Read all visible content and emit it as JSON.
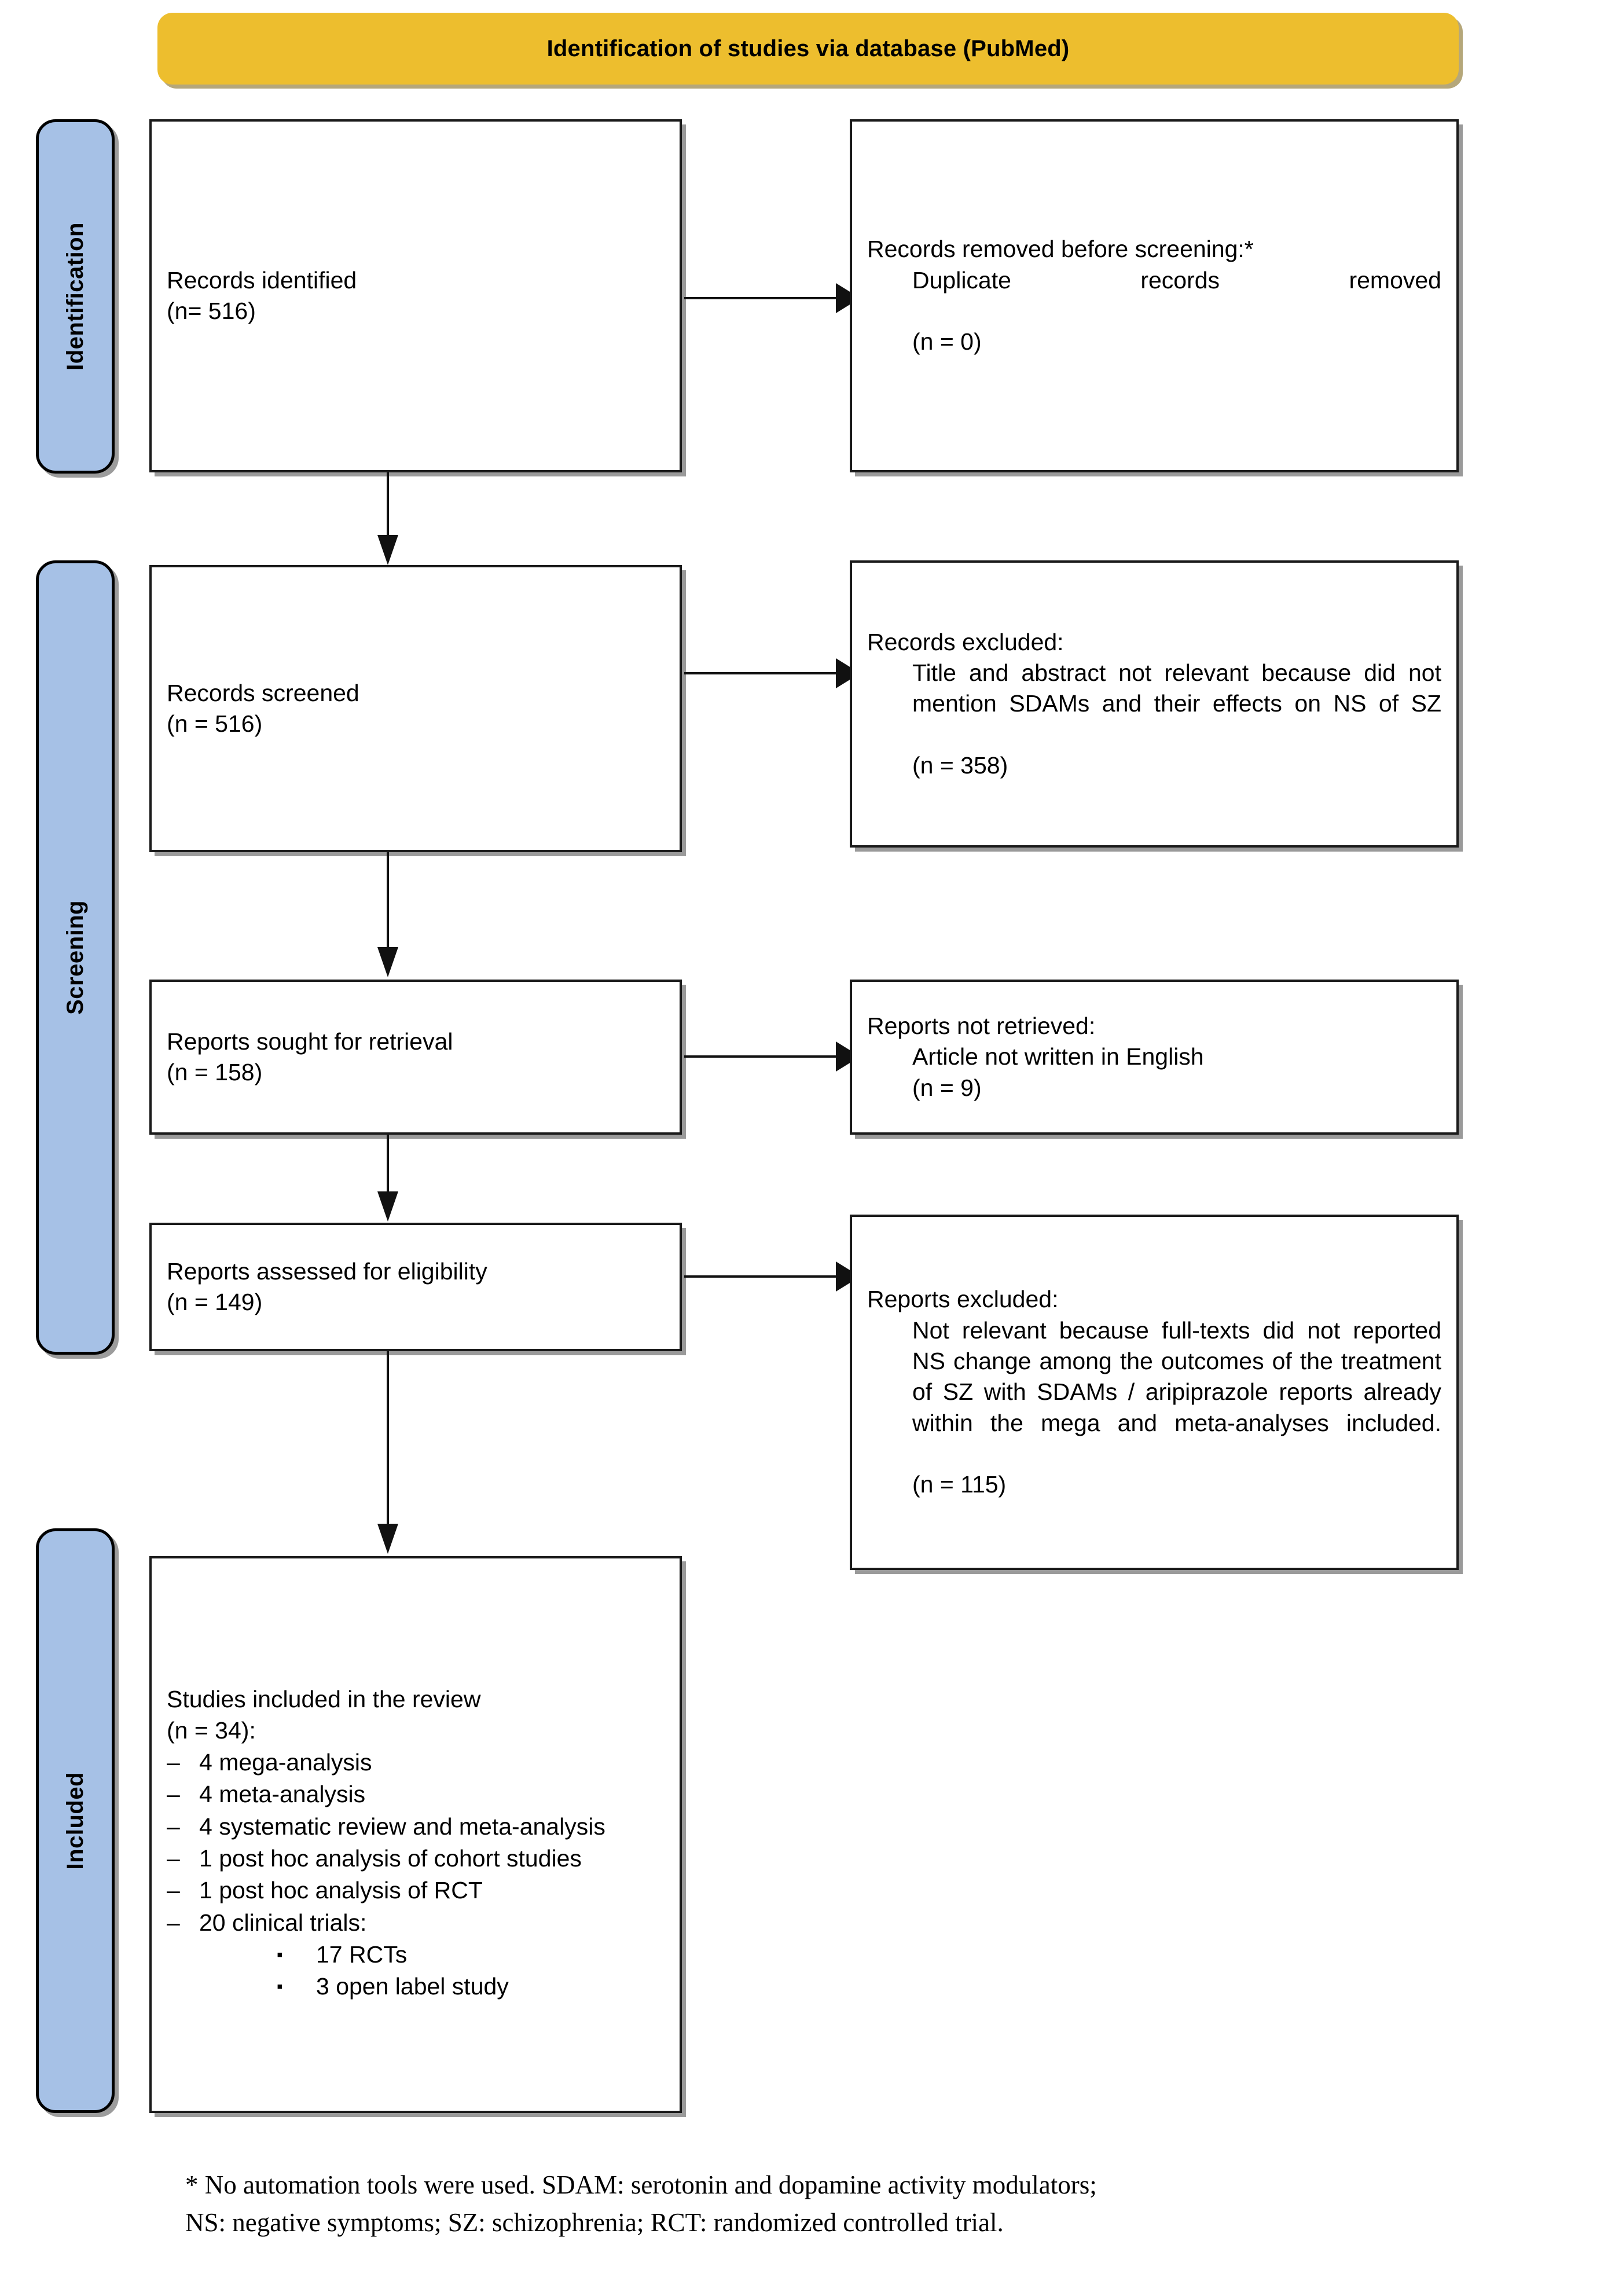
{
  "header": {
    "title": "Identification of studies via database (PubMed)"
  },
  "stages": [
    {
      "id": "identification",
      "label": "Identification"
    },
    {
      "id": "screening",
      "label": "Screening"
    },
    {
      "id": "included",
      "label": "Included"
    }
  ],
  "boxes": {
    "records_identified": {
      "line1": "Records identified",
      "line2": "(n= 516)"
    },
    "records_removed": {
      "head_plain": "Records removed ",
      "head_italic": "before screening",
      "head_tail": ":*",
      "body": "Duplicate records removed",
      "count": "(n = 0)"
    },
    "records_screened": {
      "line1": "Records screened",
      "line2": "(n = 516)"
    },
    "records_excluded": {
      "head": "Records excluded:",
      "body": "Title and abstract not relevant because did not mention SDAMs and their effects on NS of SZ",
      "count": "(n = 358)"
    },
    "reports_sought": {
      "line1": "Reports sought for retrieval",
      "line2": "(n = 158)"
    },
    "reports_not_retrieved": {
      "head": "Reports not retrieved:",
      "body": "Article not written in English",
      "count": "(n = 9)"
    },
    "reports_assessed": {
      "line1": "Reports assessed for eligibility",
      "line2": "(n = 149)"
    },
    "reports_excluded": {
      "head": "Reports excluded:",
      "body": "Not relevant because full-texts did not reported NS change among the outcomes of the treatment of SZ with SDAMs / aripiprazole reports already within the mega and meta-analyses included.",
      "count": "(n = 115)"
    },
    "studies_included": {
      "line1": "Studies included in the review",
      "line2": "(n = 34):",
      "bullet_marker": "–",
      "sub_marker": "▪",
      "items": [
        "4 mega-analysis",
        "4 meta-analysis",
        "4 systematic review and meta-analysis",
        "1 post hoc analysis of cohort studies",
        "1 post hoc analysis of RCT",
        "20 clinical trials:"
      ],
      "subitems": [
        "17 RCTs",
        "3 open label study"
      ]
    }
  },
  "footnote": {
    "line1": "* No automation tools were used. SDAM: serotonin and dopamine activity modulators;",
    "line2": "NS: negative symptoms; SZ: schizophrenia; RCT: randomized controlled trial."
  },
  "colors": {
    "banner": "#EDBE2E",
    "stage_bar": "#A6C1E6",
    "box_border": "#1a1a1a",
    "text": "#000000"
  }
}
